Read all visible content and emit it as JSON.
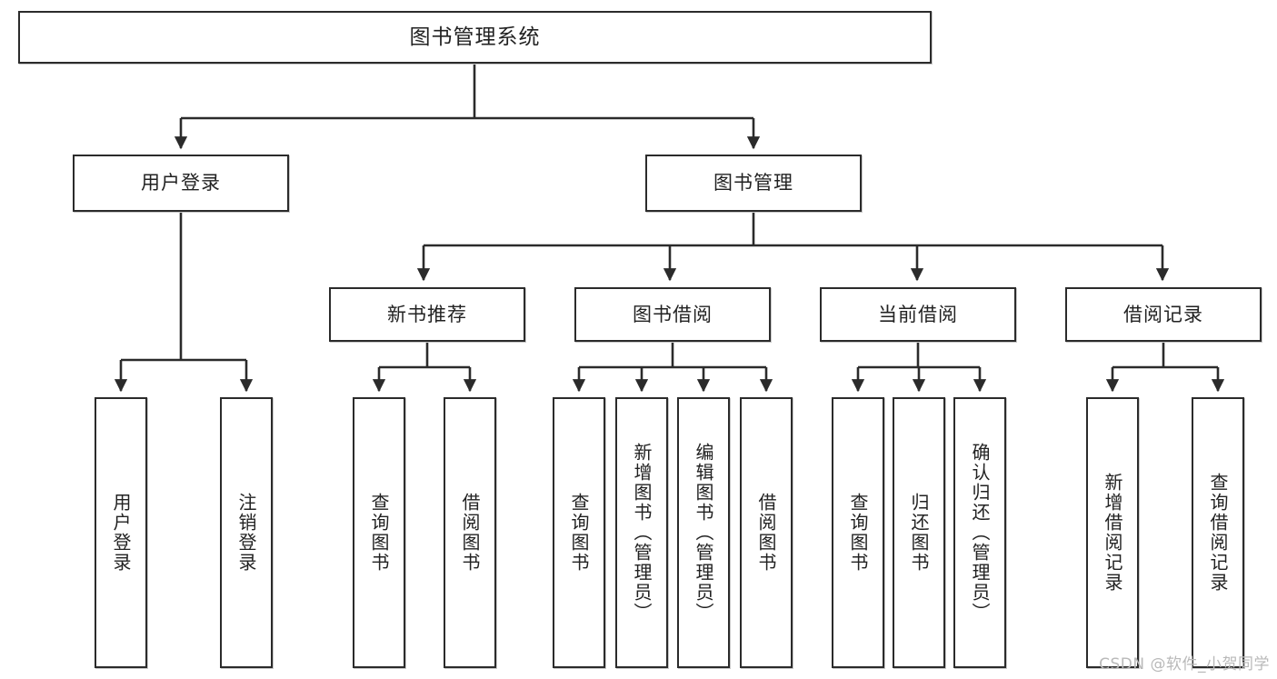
{
  "diagram": {
    "title": "图书管理系统",
    "type": "tree",
    "colors": {
      "box_border": "#2b2b2b",
      "box_fill": "#ffffff",
      "connector": "#2b2b2b",
      "text": "#222222",
      "watermark": "#b9b9b9",
      "background": "#ffffff"
    },
    "watermark": "CSDN @软件_小贺同学",
    "nodes": {
      "root": {
        "label": "图书管理系统"
      },
      "level2": [
        {
          "id": "user-login",
          "label": "用户登录"
        },
        {
          "id": "book-management",
          "label": "图书管理"
        }
      ],
      "level3": [
        {
          "id": "new-book-recommend",
          "label": "新书推荐"
        },
        {
          "id": "book-borrow",
          "label": "图书借阅"
        },
        {
          "id": "current-borrow",
          "label": "当前借阅"
        },
        {
          "id": "borrow-record",
          "label": "借阅记录"
        }
      ],
      "leaves": {
        "user_login": [
          {
            "id": "leaf-user-login",
            "label": "用户登录"
          },
          {
            "id": "leaf-logout",
            "label": "注销登录"
          }
        ],
        "new_book_recommend": [
          {
            "id": "leaf-query-book-1",
            "label": "查询图书"
          },
          {
            "id": "leaf-borrow-book-1",
            "label": "借阅图书"
          }
        ],
        "book_borrow": [
          {
            "id": "leaf-query-book-2",
            "label": "查询图书"
          },
          {
            "id": "leaf-add-book",
            "label": "新增图书（管理员）"
          },
          {
            "id": "leaf-edit-book",
            "label": "编辑图书（管理员）"
          },
          {
            "id": "leaf-borrow-book-2",
            "label": "借阅图书"
          }
        ],
        "current_borrow": [
          {
            "id": "leaf-query-book-3",
            "label": "查询图书"
          },
          {
            "id": "leaf-return-book",
            "label": "归还图书"
          },
          {
            "id": "leaf-confirm-return",
            "label": "确认归还（管理员）"
          }
        ],
        "borrow_record": [
          {
            "id": "leaf-add-record",
            "label": "新增借阅记录"
          },
          {
            "id": "leaf-query-record",
            "label": "查询借阅记录"
          }
        ]
      }
    }
  }
}
